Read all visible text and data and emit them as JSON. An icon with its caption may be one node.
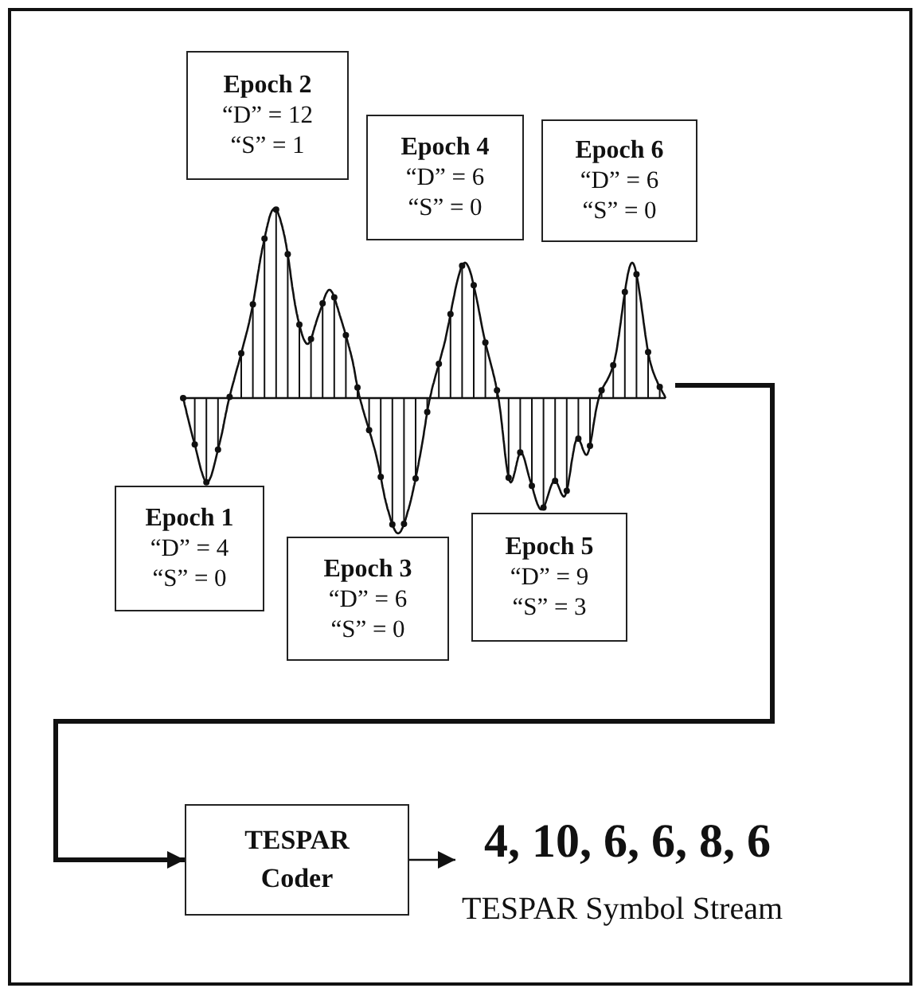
{
  "diagram": {
    "nodes": [
      {
        "text": [
          "Epoch 1",
          "“D” = 4",
          "“S” = 0"
        ]
      },
      {
        "text": [
          "Epoch 2",
          "“D” = 12",
          "“S” = 1"
        ]
      },
      {
        "text": [
          "Epoch 3",
          "“D” = 6",
          "“S” = 0"
        ]
      },
      {
        "text": [
          "Epoch 4",
          "“D” = 6",
          "“S” = 0"
        ]
      },
      {
        "text": [
          "Epoch 5",
          "“D” = 9",
          "“S” = 3"
        ]
      },
      {
        "text": [
          "Epoch 6",
          "“D” = 6",
          "“S” = 0"
        ]
      },
      {
        "text": [],
        "shape": "picture"
      },
      {
        "text": [
          "TESPAR Coder"
        ]
      },
      {
        "text": [
          "4, 10, 6, 6, 8, 6",
          "TESPAR Symbol Stream"
        ]
      }
    ],
    "edges": [
      {
        "from": 6,
        "to": 7,
        "arrow": "to",
        "style": "thick"
      },
      {
        "from": 7,
        "to": 8,
        "arrow": "to"
      }
    ]
  }
}
